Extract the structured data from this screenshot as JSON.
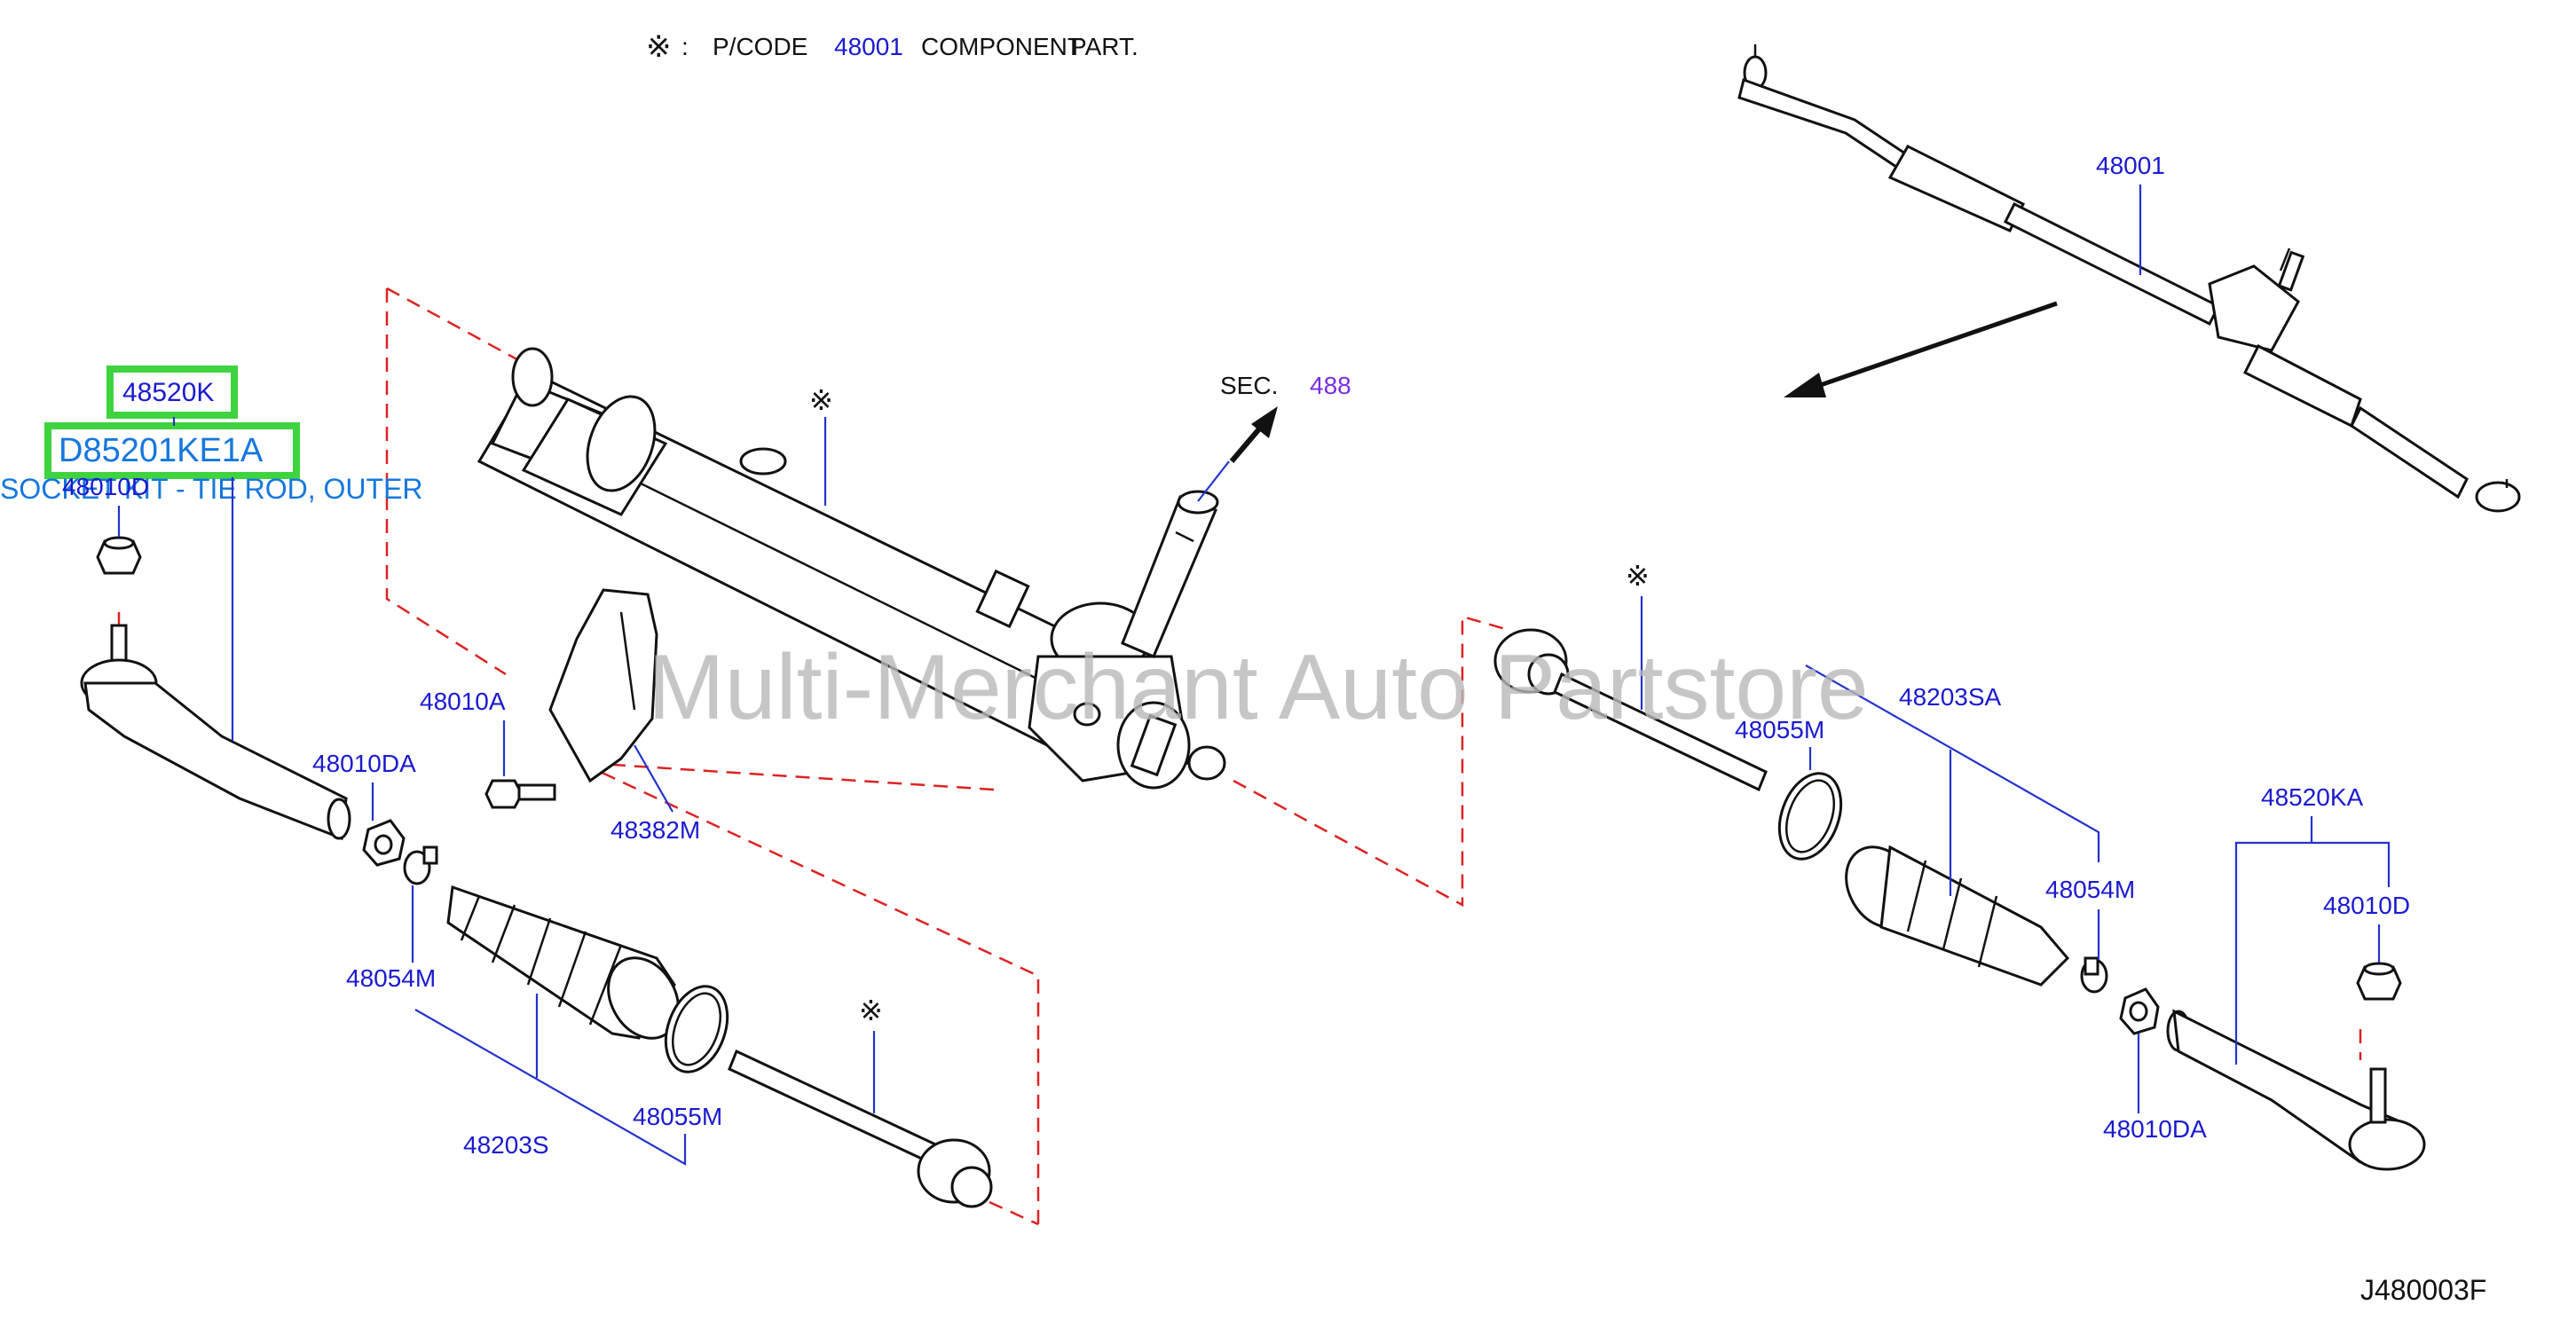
{
  "header": {
    "symbol": "※",
    "colon": ":",
    "pcode_label": "P/CODE",
    "pcode": "48001",
    "component_text": "COMPONENT",
    "part_text": "PART."
  },
  "highlight": {
    "part_number": "48520K",
    "catalog_code": "D85201KE1A",
    "description": "SOCKET KIT - TIE ROD, OUTER"
  },
  "section_ref": {
    "prefix": "SEC.",
    "number": "488"
  },
  "labels": {
    "l_48010D": "48010D",
    "l_48010A": "48010A",
    "l_48010DA": "48010DA",
    "l_48382M": "48382M",
    "l_48054M": "48054M",
    "l_48203S": "48203S",
    "l_48055M": "48055M",
    "l_48001": "48001",
    "r_48055M": "48055M",
    "r_48203SA": "48203SA",
    "r_48054M": "48054M",
    "r_48520KA": "48520KA",
    "r_48010D": "48010D",
    "r_48010DA": "48010DA"
  },
  "marks": {
    "component_mark": "※"
  },
  "watermark": "Multi-Merchant Auto Partstore",
  "diagram_code": "J480003F"
}
